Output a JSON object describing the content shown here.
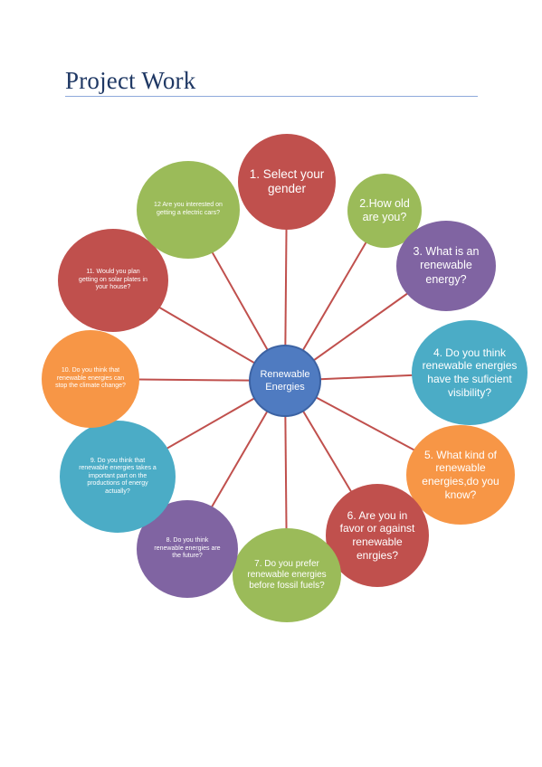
{
  "page": {
    "title": "Project Work"
  },
  "diagram": {
    "center": {
      "label": "Renewable\nEnergies",
      "color": "#4f7bc1",
      "border": "#3b62a3"
    },
    "line_color": "#c0504d",
    "nodes": [
      {
        "id": "n1",
        "label": "1. Select your gender",
        "color": "#c0504d"
      },
      {
        "id": "n2",
        "label": "2.How old are you?",
        "color": "#9bbb59"
      },
      {
        "id": "n3",
        "label": "3. What is an renewable energy?",
        "color": "#8064a2"
      },
      {
        "id": "n4",
        "label": "4. Do you think renewable energies have the suficient visibility?",
        "color": "#4bacc6"
      },
      {
        "id": "n5",
        "label": "5. What kind of renewable energies,do you know?",
        "color": "#f79646"
      },
      {
        "id": "n6",
        "label": "6. Are you in favor or against renewable enrgies?",
        "color": "#c0504d"
      },
      {
        "id": "n7",
        "label": "7. Do you prefer renewable energies before fossil fuels?",
        "color": "#9bbb59"
      },
      {
        "id": "n8",
        "label": "8. Do you think renewable energies are the future?",
        "color": "#8064a2"
      },
      {
        "id": "n9",
        "label": "9. Do you think that renewable energies takes a important part on the productions of energy actually?",
        "color": "#4bacc6"
      },
      {
        "id": "n10",
        "label": "10. Do you think that renewable energies can stop the climate change?",
        "color": "#f79646"
      },
      {
        "id": "n11",
        "label": "11. Would you plan getting on solar plates in your house?",
        "color": "#c0504d"
      },
      {
        "id": "n12",
        "label": "12 Are you interested on getting a electric cars?",
        "color": "#9bbb59"
      }
    ]
  }
}
